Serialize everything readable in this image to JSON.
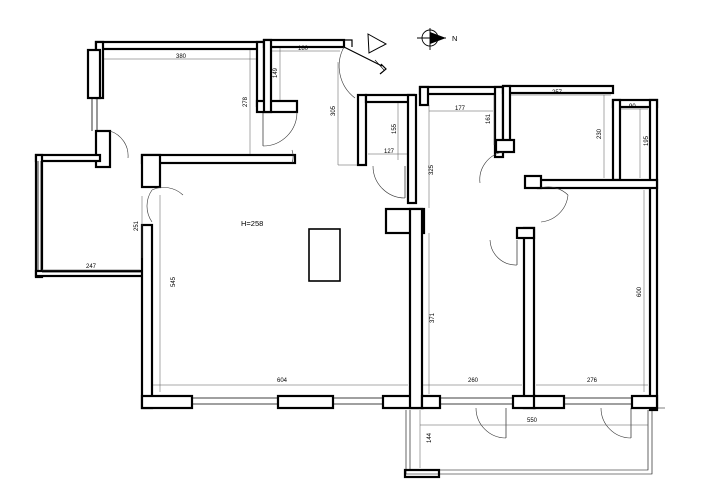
{
  "plan": {
    "height_label": "H=258",
    "compass_letter": "N",
    "compass_icon": "compass-north-icon",
    "direction_icon": "triangle-marker-icon",
    "dimensions": {
      "top_room_width": "380",
      "top_room_depth": "278",
      "small_room_width": "180",
      "small_room_depth": "149",
      "hall_depth": "305",
      "bath_depth": "155",
      "bath_width": "127",
      "corridor_width": "177",
      "corridor_depth": "161",
      "corridor_side": "325",
      "bedroom_width": "257",
      "bedroom_depth": "230",
      "closet_width": "90",
      "closet_depth": "195",
      "balcony_depth": "251",
      "balcony_width": "247",
      "living_depth": "545",
      "living_width": "604",
      "mid_room_depth": "371",
      "mid_room_width": "260",
      "right_room_depth": "600",
      "right_room_width": "276",
      "terrace_width": "550",
      "terrace_depth": "144"
    }
  }
}
